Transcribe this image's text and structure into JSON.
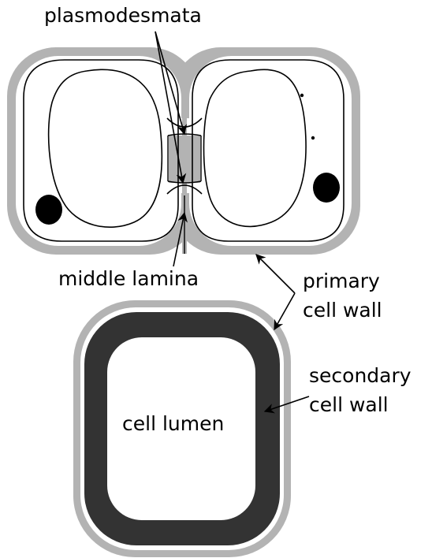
{
  "labels": {
    "plasmodesmata": "plasmodesmata",
    "middle_lamina": "middle lamina",
    "primary_cell_wall_line1": "primary",
    "primary_cell_wall_line2": "cell wall",
    "secondary_cell_wall_line1": "secondary",
    "secondary_cell_wall_line2": "cell wall",
    "cell_lumen": "cell lumen"
  },
  "colors": {
    "primary_wall": "#b3b3b3",
    "secondary_wall": "#333333",
    "outline": "#000000",
    "background": "#ffffff"
  }
}
